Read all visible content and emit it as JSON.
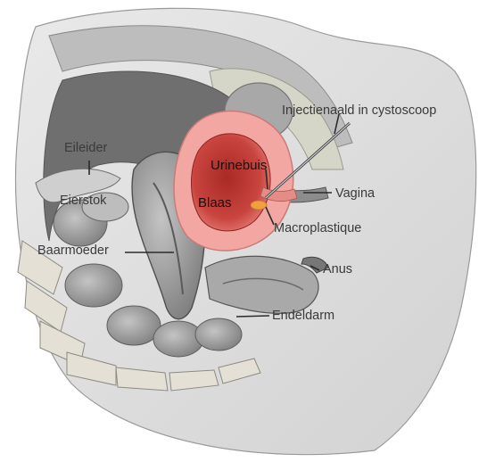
{
  "labels": {
    "needle": "Injectienaald in cystoscoop",
    "urethra": "Urinebuis",
    "bladder": "Blaas",
    "vagina": "Vagina",
    "macroplastique": "Macroplastique",
    "anus": "Anus",
    "rectum": "Endeldarm",
    "fallopian_tube": "Eileider",
    "ovary": "Eierstok",
    "uterus": "Baarmoeder"
  },
  "colors": {
    "tissue_gray": "#9a9a9a",
    "bladder_pink": "#f2a7a3",
    "bladder_inner": "#c9443e",
    "implant_orange": "#f0a040"
  }
}
